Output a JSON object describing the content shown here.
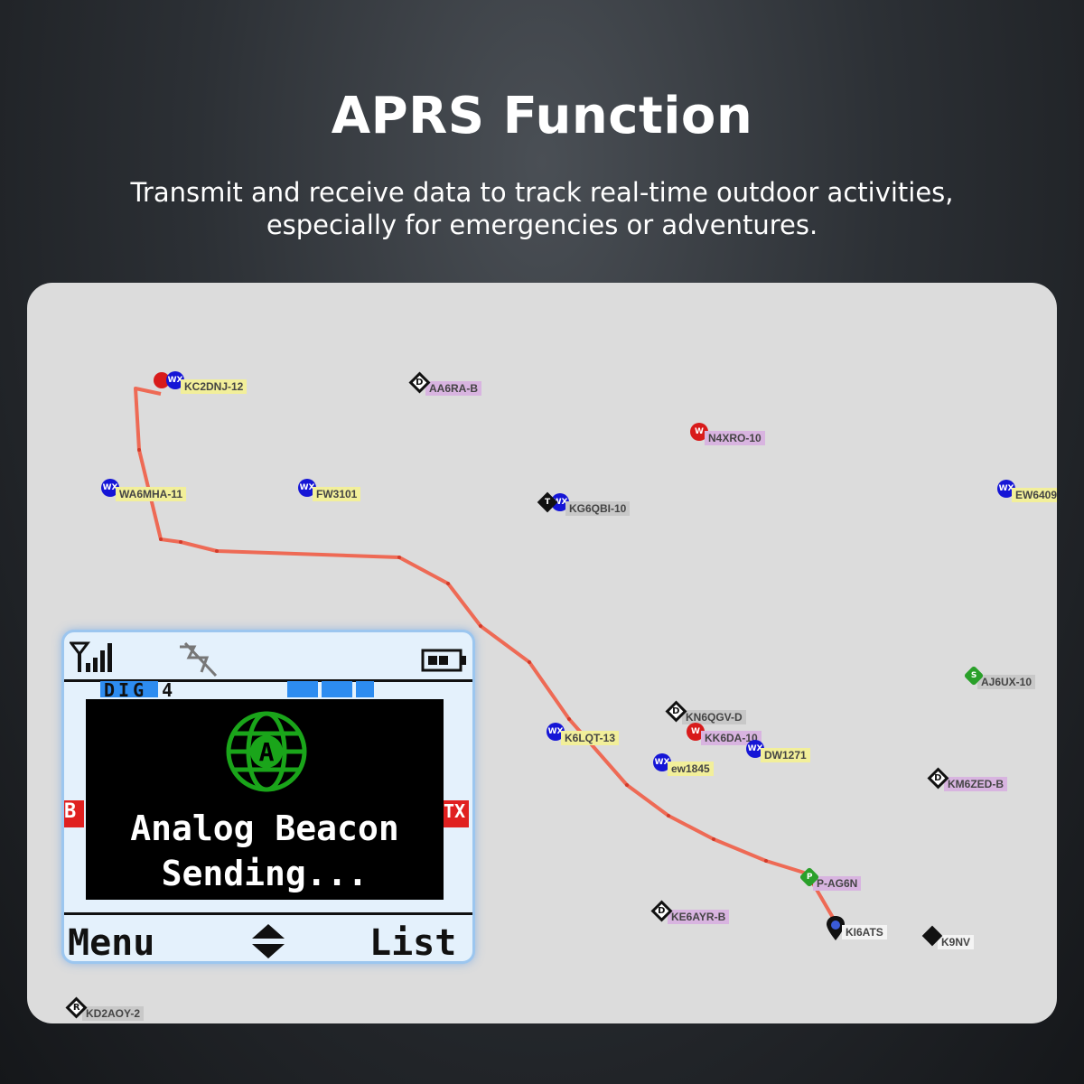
{
  "header": {
    "title": "APRS Function",
    "subtitle_line1": "Transmit and receive data to track real-time outdoor activities,",
    "subtitle_line2": "especially for emergencies or adventures."
  },
  "map": {
    "stations": [
      {
        "id": "kc2",
        "label": "KC2DNJ-12",
        "icon": "wx",
        "style": "y"
      },
      {
        "id": "aa6ra",
        "label": "AA6RA-B",
        "icon": "digipeater-diamond",
        "symbol": "D",
        "style": "p"
      },
      {
        "id": "n4xro",
        "label": "N4XRO-10",
        "icon": "red-w-icon",
        "symbol": "W",
        "style": "p"
      },
      {
        "id": "wa6mha",
        "label": "WA6MHA-11",
        "icon": "wx",
        "style": "y"
      },
      {
        "id": "fw3101",
        "label": "FW3101",
        "icon": "wx",
        "style": "y"
      },
      {
        "id": "kg6",
        "label": "KG6QBI-10",
        "icon": "wx",
        "symbol": "T",
        "style": "g"
      },
      {
        "id": "ew640",
        "label": "EW6409",
        "icon": "wx",
        "style": "y"
      },
      {
        "id": "aj6ux",
        "label": "AJ6UX-10",
        "icon": "green-s-icon",
        "symbol": "S",
        "style": "g"
      },
      {
        "id": "kn6qgv",
        "label": "KN6QGV-D",
        "icon": "digipeater-diamond",
        "symbol": "D",
        "style": "g"
      },
      {
        "id": "k6lqt",
        "label": "K6LQT-13",
        "icon": "wx",
        "style": "y"
      },
      {
        "id": "kk6da",
        "label": "KK6DA-10",
        "icon": "red-w-icon",
        "symbol": "W",
        "style": "p"
      },
      {
        "id": "dw1271",
        "label": "DW1271",
        "icon": "wx",
        "style": "y"
      },
      {
        "id": "ew1845",
        "label": "ew1845",
        "icon": "wx",
        "style": "y"
      },
      {
        "id": "km6zed",
        "label": "KM6ZED-B",
        "icon": "digipeater-diamond",
        "symbol": "D",
        "style": "p"
      },
      {
        "id": "pag6n",
        "label": "P-AG6N",
        "icon": "green-p-icon",
        "symbol": "P",
        "style": "p"
      },
      {
        "id": "ke6ayr",
        "label": "KE6AYR-B",
        "icon": "digipeater-diamond",
        "symbol": "D",
        "style": "p"
      },
      {
        "id": "ki6ats",
        "label": "KI6ATS",
        "icon": "location-pin",
        "style": "w"
      },
      {
        "id": "k9nv",
        "label": "K9NV",
        "icon": "black-diamond",
        "style": "w"
      },
      {
        "id": "kd2aoy",
        "label": "KD2AOY-2",
        "icon": "digipeater-diamond",
        "symbol": "R",
        "style": "g"
      }
    ],
    "route_color": "#ee6a55"
  },
  "radio": {
    "status_icons": [
      "signal-icon",
      "gps-off-icon",
      "battery-icon"
    ],
    "mode_label": "DIG 4",
    "popup_line1": "Analog Beacon",
    "popup_line2": "Sending...",
    "side_left": "B",
    "side_right": "TX",
    "softkey_left": "Menu",
    "softkey_right": "List",
    "accent": "#2d8cf0",
    "alert": "#e02020",
    "logo_color": "#1aa51a"
  }
}
